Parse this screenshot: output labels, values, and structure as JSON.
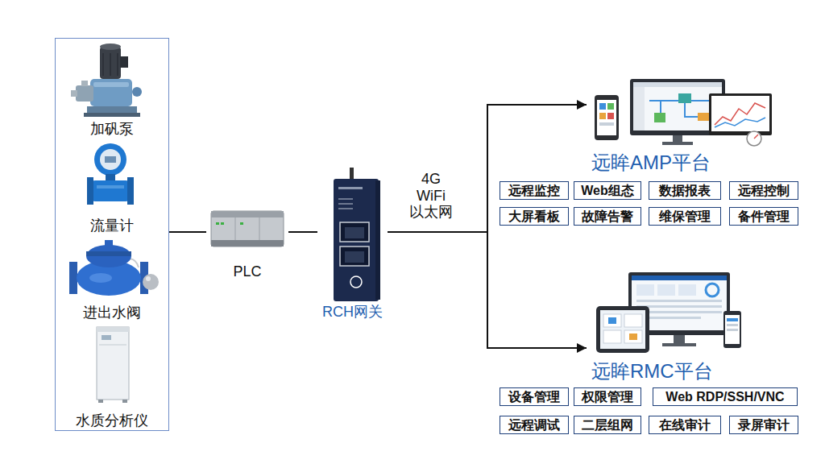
{
  "diagram": {
    "nodes": [
      {
        "text": []
      },
      {
        "text": [
          "加矾泵"
        ],
        "in": 0
      },
      {
        "text": [
          "流量计"
        ],
        "in": 0
      },
      {
        "text": [
          "进出水阀"
        ],
        "in": 0
      },
      {
        "text": [
          "水质分析仪"
        ],
        "in": 0
      },
      {
        "text": [
          "PLC"
        ]
      },
      {
        "text": [
          "RCH网关"
        ]
      },
      {
        "text": [
          "远眸AMP平台"
        ]
      },
      {
        "text": [
          "远程监控"
        ]
      },
      {
        "text": [
          "Web组态"
        ]
      },
      {
        "text": [
          "数据报表"
        ]
      },
      {
        "text": [
          "远程控制"
        ]
      },
      {
        "text": [
          "大屏看板"
        ]
      },
      {
        "text": [
          "故障告警"
        ]
      },
      {
        "text": [
          "维保管理"
        ]
      },
      {
        "text": [
          "备件管理"
        ]
      },
      {
        "text": [
          "远眸RMC平台"
        ]
      },
      {
        "text": [
          "设备管理"
        ]
      },
      {
        "text": [
          "权限管理"
        ]
      },
      {
        "text": [
          "Web RDP/SSH/VNC"
        ]
      },
      {
        "text": [
          "远程调试"
        ]
      },
      {
        "text": [
          "二层组网"
        ]
      },
      {
        "text": [
          "在线审计"
        ]
      },
      {
        "text": [
          "录屏审计"
        ]
      }
    ],
    "edges": [
      {
        "from": 0,
        "to": 5,
        "arrow": "none"
      },
      {
        "from": 5,
        "to": 6,
        "arrow": "none"
      },
      {
        "from": 6,
        "to": 7,
        "label": "4G WiFi 以太网",
        "arrow": "to"
      },
      {
        "from": 6,
        "to": 16,
        "arrow": "to"
      }
    ]
  }
}
